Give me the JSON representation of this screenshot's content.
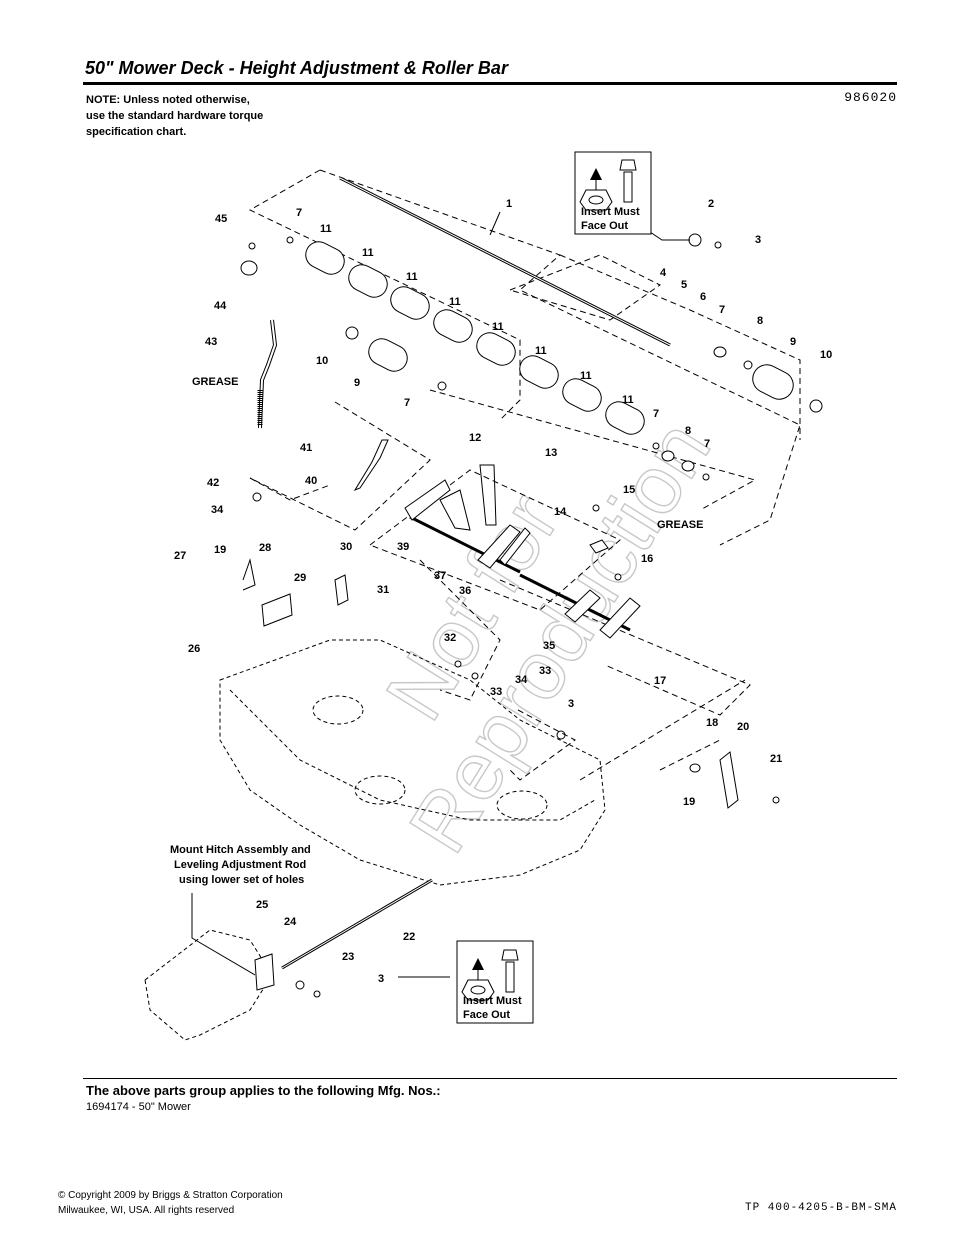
{
  "header": {
    "title": "50\" Mower Deck - Height Adjustment & Roller Bar",
    "doc_number": "986020"
  },
  "note": {
    "line1": "NOTE: Unless noted otherwise,",
    "line2": "use the standard hardware torque",
    "line3": "specification chart."
  },
  "diagram": {
    "callouts": [
      "1",
      "2",
      "3",
      "4",
      "5",
      "6",
      "7",
      "8",
      "9",
      "10",
      "11",
      "12",
      "13",
      "14",
      "15",
      "16",
      "17",
      "18",
      "19",
      "20",
      "21",
      "22",
      "23",
      "24",
      "25",
      "26",
      "27",
      "28",
      "29",
      "30",
      "31",
      "32",
      "33",
      "34",
      "35",
      "36",
      "37",
      "39",
      "40",
      "41",
      "42",
      "43",
      "44",
      "45"
    ],
    "labels": {
      "grease": "GREASE",
      "insert_must": "Insert Must",
      "face_out": "Face Out",
      "mount_line1": "Mount Hitch Assembly and",
      "mount_line2": "Leveling Adjustment Rod",
      "mount_line3": "using lower set of holes"
    },
    "watermark": {
      "line1": "Not for",
      "line2": "Reproduction"
    }
  },
  "applies": {
    "heading": "The above parts group applies to the following Mfg. Nos.:",
    "item": "1694174 - 50\" Mower"
  },
  "footer": {
    "copyright_line1": "© Copyright  2009 by Briggs & Stratton Corporation",
    "copyright_line2": "Milwaukee, WI, USA. All rights reserved",
    "tp_number": "TP 400-4205-B-BM-SMA"
  }
}
